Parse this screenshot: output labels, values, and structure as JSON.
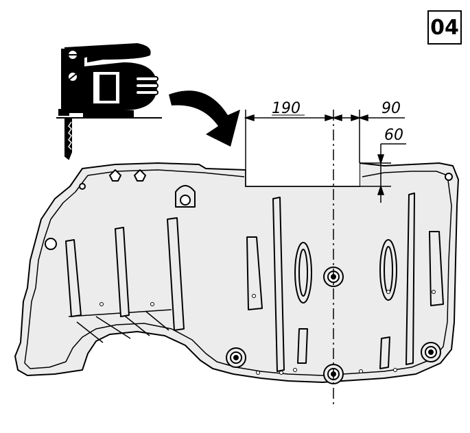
{
  "step": {
    "number": "04"
  },
  "dimensions": {
    "cut_width": "190",
    "right_offset": "90",
    "cut_depth": "60"
  },
  "icons": {
    "tool": "jigsaw-icon",
    "arrow": "curved-arrow-icon"
  },
  "colors": {
    "panel_fill": "#ececec",
    "line": "#000000",
    "background": "#ffffff"
  }
}
